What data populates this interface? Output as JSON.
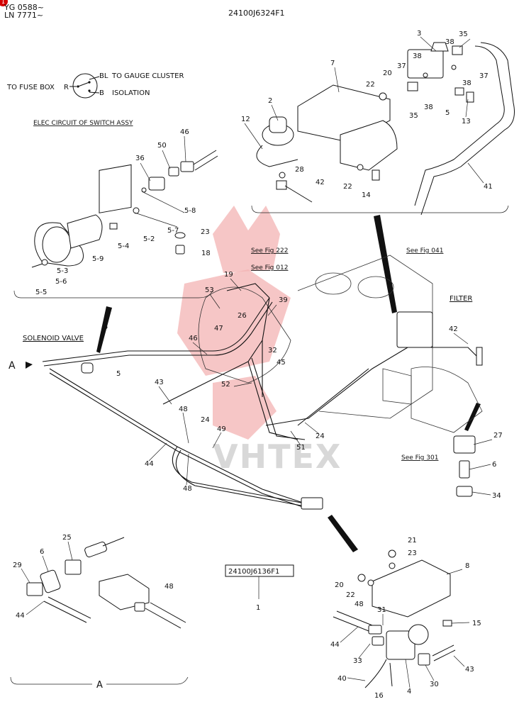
{
  "header": {
    "corner_mark": "1",
    "serial_line1": "YG 0588~",
    "serial_line2": "LN 7771~",
    "doc_code": "24100J6324F1"
  },
  "circuit": {
    "to_fuse_box": "TO FUSE BOX",
    "terminal_r": "R",
    "terminal_bl": "BL",
    "terminal_b": "B",
    "to_gauge_cluster": "TO GAUGE CLUSTER",
    "isolation": "ISOLATION",
    "caption": "ELEC CIRCUIT OF SWITCH ASSY"
  },
  "refs": {
    "fig222": "See Fig 222",
    "fig012": "See Fig 012",
    "fig041": "See Fig 041",
    "fig301": "See Fig 301",
    "filter": "FILTER",
    "solenoid_valve": "SOLENOID VALVE",
    "arrow_a": "A",
    "section_a": "A",
    "sub_code": "24100J6136F1"
  },
  "watermark": "VHTEX",
  "parts": {
    "p1": "1",
    "p2": "2",
    "p3": "3",
    "p4": "4",
    "p5a": "5",
    "p5b": "5",
    "p5c": "5",
    "p5_2": "5-2",
    "p5_3": "5-3",
    "p5_4": "5-4",
    "p5_5": "5-5",
    "p5_6": "5-6",
    "p5_7": "5-7",
    "p5_8": "5-8",
    "p5_9": "5-9",
    "p6a": "6",
    "p6b": "6",
    "p7": "7",
    "p8": "8",
    "p12": "12",
    "p13": "13",
    "p14": "14",
    "p15": "15",
    "p16": "16",
    "p18": "18",
    "p19": "19",
    "p20a": "20",
    "p20b": "20",
    "p21": "21",
    "p22a": "22",
    "p22b": "22",
    "p22c": "22",
    "p23a": "23",
    "p23b": "23",
    "p24a": "24",
    "p24b": "24",
    "p25": "25",
    "p26": "26",
    "p27": "27",
    "p28": "28",
    "p29": "29",
    "p30": "30",
    "p31": "31",
    "p32": "32",
    "p33": "33",
    "p34": "34",
    "p35a": "35",
    "p35b": "35",
    "p36": "36",
    "p37a": "37",
    "p37b": "37",
    "p38a": "38",
    "p38b": "38",
    "p38c": "38",
    "p38d": "38",
    "p39": "39",
    "p40": "40",
    "p41": "41",
    "p42a": "42",
    "p42b": "42",
    "p43a": "43",
    "p43b": "43",
    "p44a": "44",
    "p44b": "44",
    "p44c": "44",
    "p45": "45",
    "p46a": "46",
    "p46b": "46",
    "p47": "47",
    "p48a": "48",
    "p48b": "48",
    "p48c": "48",
    "p48d": "48",
    "p49": "49",
    "p50": "50",
    "p51": "51",
    "p52": "52",
    "p53": "53"
  }
}
